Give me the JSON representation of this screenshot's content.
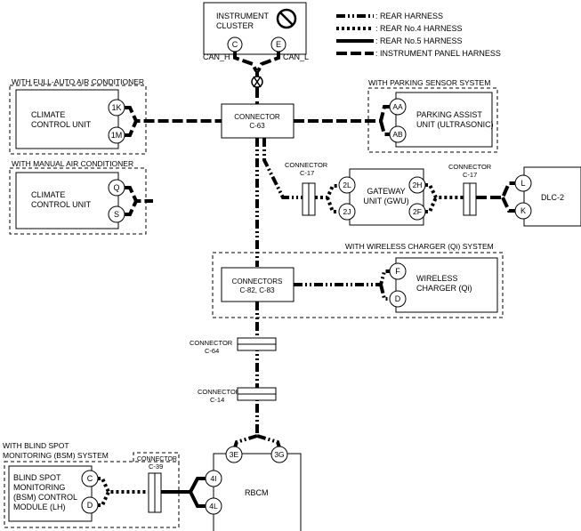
{
  "legend": [
    {
      "style": "dash-dot-dot",
      "label": ": REAR HARNESS"
    },
    {
      "style": "dotted",
      "label": ": REAR No.4 HARNESS"
    },
    {
      "style": "solid",
      "label": ": REAR No.5 HARNESS"
    },
    {
      "style": "long-dash",
      "label": ": INSTRUMENT PANEL HARNESS"
    }
  ],
  "instrument_cluster": {
    "line1": "INSTRUMENT",
    "line2": "CLUSTER",
    "pin_c": "C",
    "pin_e": "E",
    "can_h": "CAN_H",
    "can_l": "CAN_L",
    "icon": "no-entry-icon"
  },
  "groups": {
    "full_auto": "WITH FULL-AUTO AIR CONDITIONER",
    "manual": "WITH MANUAL AIR CONDITIONER",
    "parking": "WITH PARKING SENSOR SYSTEM",
    "wireless": "WITH WIRELESS CHARGER (Qi) SYSTEM",
    "bsm1": "WITH BLIND SPOT",
    "bsm2": "MONITORING (BSM) SYSTEM"
  },
  "climate_full": {
    "line1": "CLIMATE",
    "line2": "CONTROL UNIT",
    "pin1": "1K",
    "pin2": "1M"
  },
  "climate_manual": {
    "line1": "CLIMATE",
    "line2": "CONTROL UNIT",
    "pin1": "Q",
    "pin2": "S"
  },
  "connector_c63": {
    "line1": "CONNECTOR",
    "line2": "C-63"
  },
  "parking_assist": {
    "line1": "PARKING ASSIST",
    "line2": "UNIT (ULTRASONIC)",
    "pin1": "AA",
    "pin2": "AB"
  },
  "c17_left": {
    "line1": "CONNECTOR",
    "line2": "C-17"
  },
  "c17_right": {
    "line1": "CONNECTOR",
    "line2": "C-17"
  },
  "gateway": {
    "line1": "GATEWAY",
    "line2": "UNIT (GWU)",
    "pin_2l": "2L",
    "pin_2j": "2J",
    "pin_2h": "2H",
    "pin_2f": "2F"
  },
  "dlc2": {
    "label": "DLC-2",
    "pin_l": "L",
    "pin_k": "K"
  },
  "connectors_c82": {
    "line1": "CONNECTORS",
    "line2": "C-82, C-83"
  },
  "wireless_charger": {
    "line1": "WIRELESS",
    "line2": "CHARGER (Qi)",
    "pin_f": "F",
    "pin_d": "D"
  },
  "c64": {
    "line1": "CONNECTOR",
    "line2": "C-64"
  },
  "c14": {
    "line1": "CONNECTOR",
    "line2": "C-14"
  },
  "c39": {
    "line1": "CONNECTOR",
    "line2": "C-39"
  },
  "rbcm": {
    "label": "RBCM",
    "pin_3e": "3E",
    "pin_3g": "3G",
    "pin_4i": "4I",
    "pin_4l": "4L"
  },
  "bsm_module": {
    "line1": "BLIND SPOT",
    "line2": "MONITORING",
    "line3": "(BSM) CONTROL",
    "line4": "MODULE (LH)",
    "pin_c": "C",
    "pin_d": "D"
  }
}
